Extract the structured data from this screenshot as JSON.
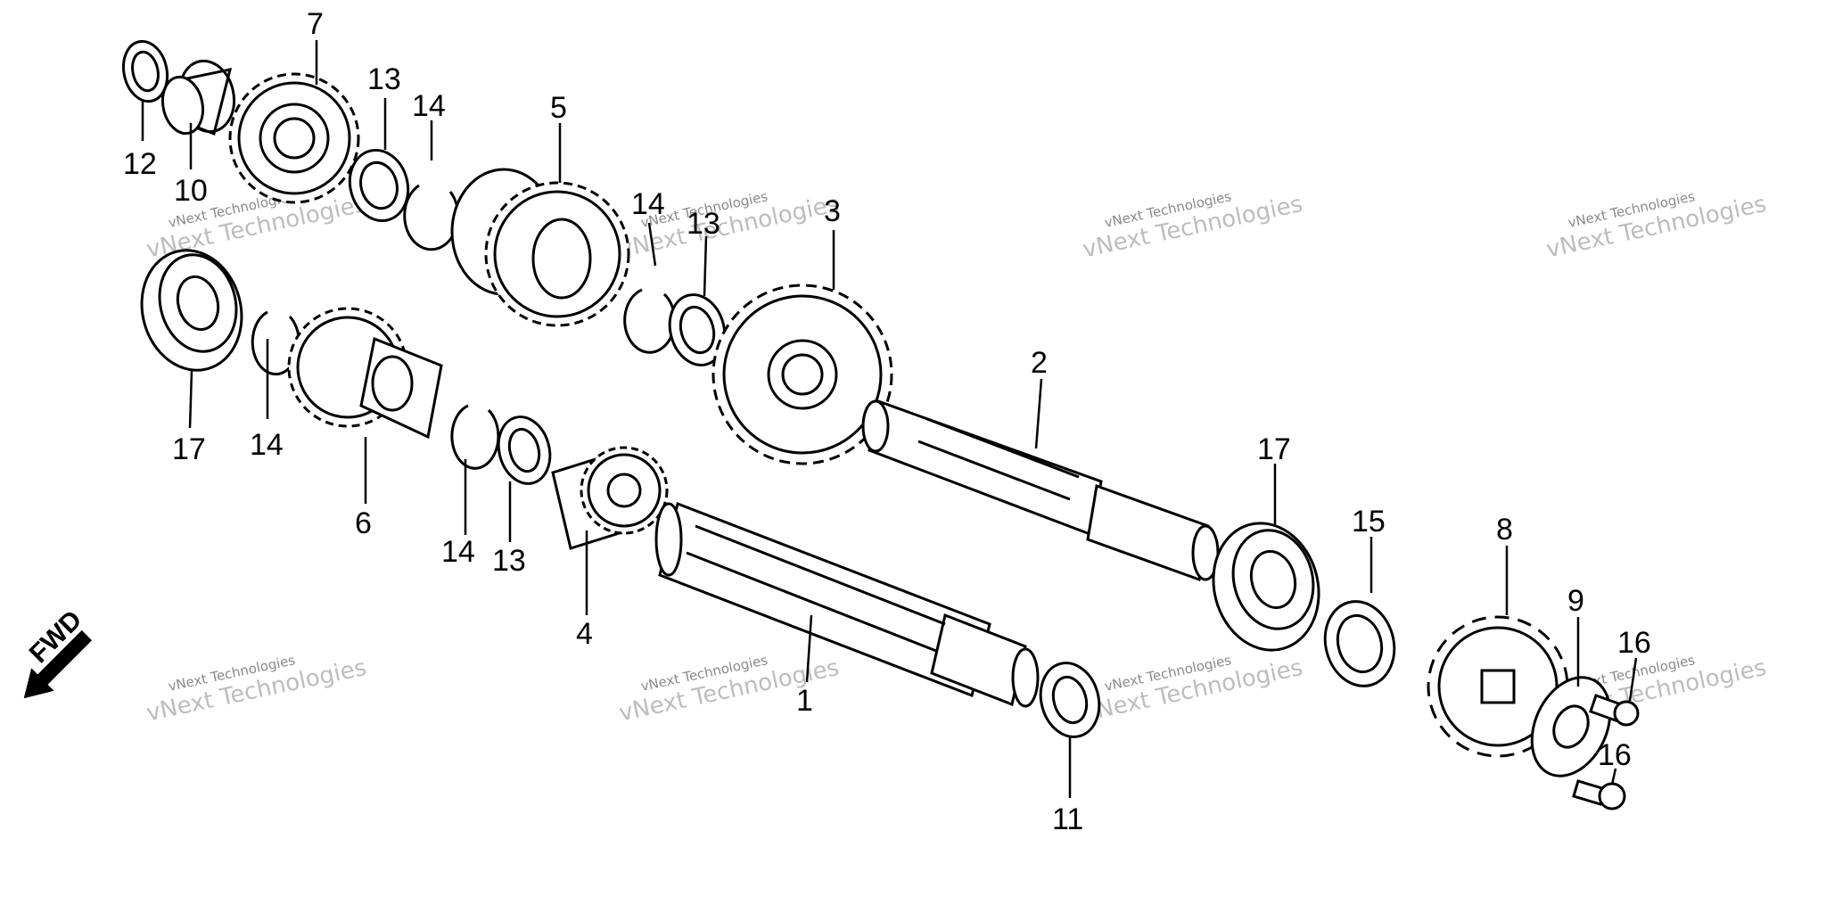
{
  "callouts": {
    "c1": "1",
    "c2": "2",
    "c3": "3",
    "c4": "4",
    "c5": "5",
    "c6": "6",
    "c7": "7",
    "c8": "8",
    "c9": "9",
    "c10": "10",
    "c11": "11",
    "c12": "12",
    "c13a": "13",
    "c13b": "13",
    "c13c": "13",
    "c14a": "14",
    "c14b": "14",
    "c14c": "14",
    "c14d": "14",
    "c15": "15",
    "c16a": "16",
    "c16b": "16",
    "c17a": "17",
    "c17b": "17"
  },
  "watermark": {
    "line1": "vNext Technologies",
    "line2": "vNext Technologies"
  },
  "fwd_label": "FWD"
}
